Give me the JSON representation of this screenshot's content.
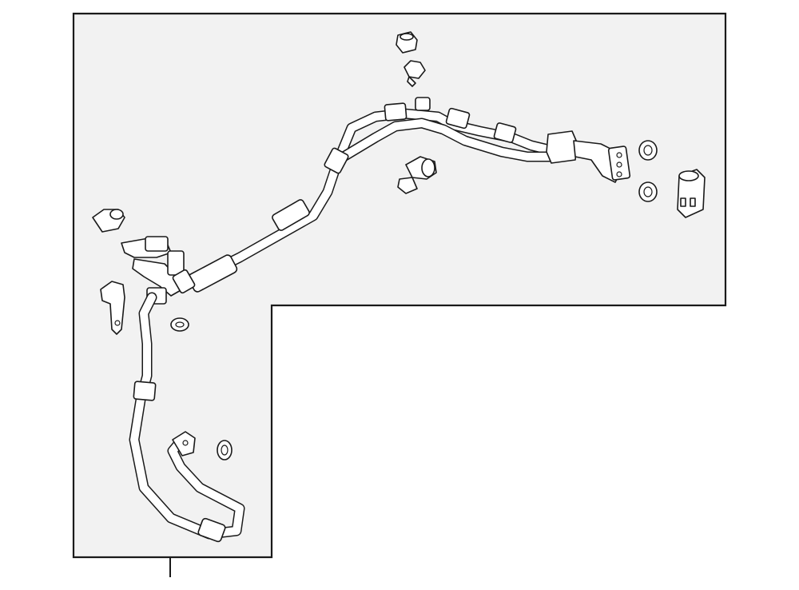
{
  "diagram": {
    "colors": {
      "panel_fill": "#f2f2f2",
      "line": "#1a1a1a",
      "background": "#ffffff"
    },
    "parts": [
      "ac-suction-discharge-hose-assembly",
      "liquid-line",
      "rubber-grommet",
      "push-clip",
      "pipe-clamp",
      "pressure-switch",
      "o-ring-upper",
      "o-ring-lower",
      "o-ring-left",
      "o-ring-bottom",
      "sealing-plug",
      "mounting-bracket"
    ]
  }
}
